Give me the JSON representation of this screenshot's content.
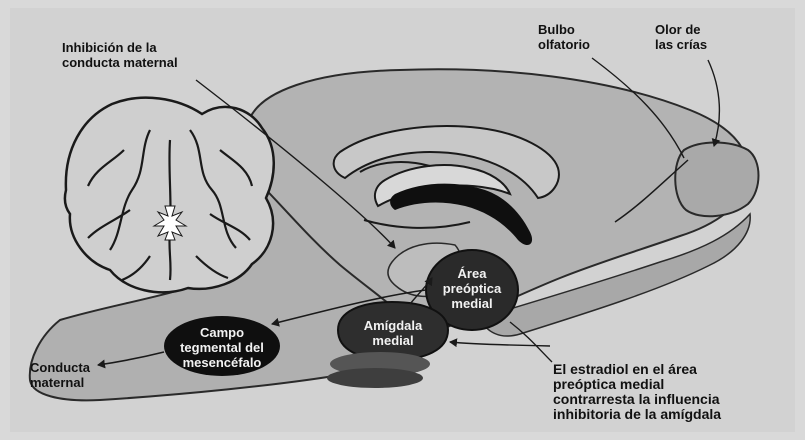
{
  "labels": {
    "inhibicion": "Inhibición de la\nconducta maternal",
    "bulbo": "Bulbo\nolfatorio",
    "olor": "Olor de\nlas crías",
    "conducta": "Conducta\nmaternal",
    "area_preoptica": "Área\npreóptica\nmedial",
    "amigdala": "Amígdala\nmedial",
    "campo": "Campo\ntegmental del\nmesencéfalo",
    "estradiol": "El estradiol en el área\npreóptica medial\ncontrarresta la influencia\ninhibitoria de la amígdala"
  },
  "colors": {
    "background": "#d9d9d9",
    "brain_fill": "#b3b3b3",
    "region_dark": "#2a2a2a",
    "outline": "#1a1a1a"
  }
}
